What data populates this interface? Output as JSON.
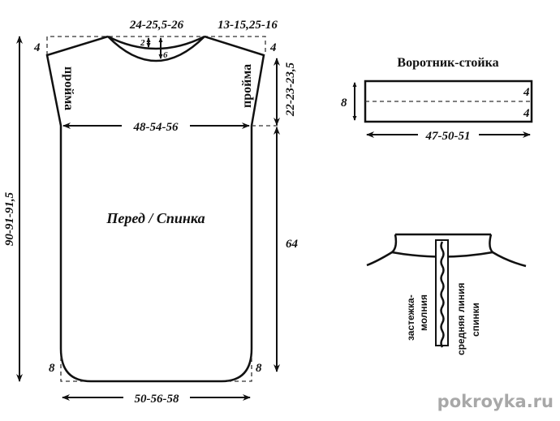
{
  "pattern": {
    "neck_width": "24-25,5-26",
    "shoulder_width": "13-15,25-16",
    "neck_back_depth": "2",
    "neck_front_depth": "6",
    "shoulder_drop_left": "4",
    "shoulder_drop_right": "4",
    "armhole_left": "пройма",
    "armhole_right": "пройма",
    "chest_width": "48-54-56",
    "armhole_height": "22-23-23,5",
    "total_length": "90-91-91,5",
    "side_length": "64",
    "title": "Перед / Спинка",
    "corner_left": "8",
    "corner_right": "8",
    "hem_width": "50-56-58"
  },
  "collar": {
    "title": "Воротник-стойка",
    "height": "8",
    "half_top": "4",
    "half_bottom": "4",
    "length": "47-50-51"
  },
  "detail": {
    "zipper_label_1": "застежка-",
    "zipper_label_2": "молния",
    "center_label_1": "средняя линия",
    "center_label_2": "спинки"
  },
  "watermark": "pokroyka.ru"
}
